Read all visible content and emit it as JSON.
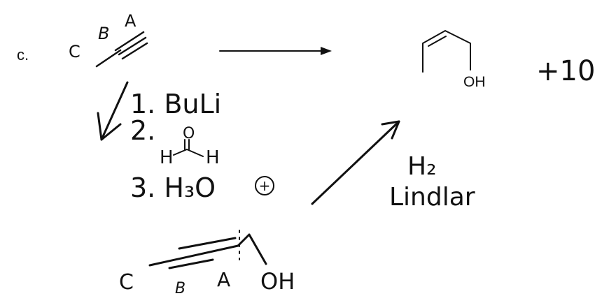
{
  "problem": {
    "label": "c.",
    "score": "+10"
  },
  "start_material": {
    "atom_labels": [
      "C",
      "B",
      "A"
    ]
  },
  "product": {
    "oh_label": "OH"
  },
  "step_one": {
    "reagents": [
      "1. BuLi",
      "2.",
      "3. H₃O"
    ],
    "formaldehyde": {
      "o": "O",
      "h_left": "H",
      "h_right": "H"
    },
    "charge": "+"
  },
  "step_two": {
    "reagent": "H₂",
    "catalyst": "Lindlar"
  },
  "intermediate": {
    "atom_labels": [
      "C",
      "B",
      "A"
    ],
    "oh_label": "OH"
  }
}
